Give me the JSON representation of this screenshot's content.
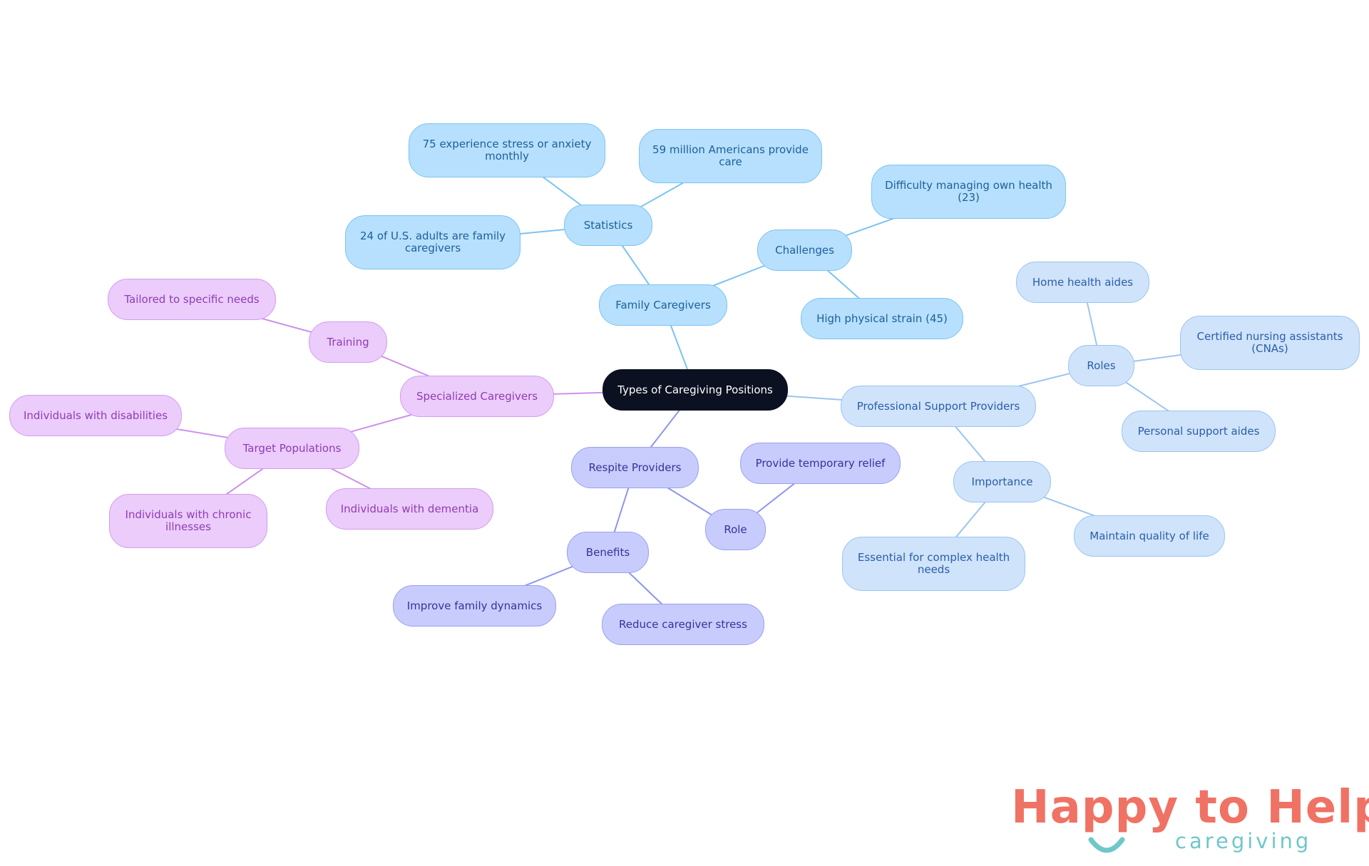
{
  "diagram": {
    "title": "Types of Caregiving Positions",
    "branches": {
      "family": {
        "label": "Family Caregivers",
        "statistics": {
          "label": "Statistics",
          "items": [
            "75 experience stress or anxiety monthly",
            "59 million Americans provide care",
            "24 of U.S. adults are family caregivers"
          ]
        },
        "challenges": {
          "label": "Challenges",
          "items": [
            "Difficulty managing own health (23)",
            "High physical strain (45)"
          ]
        }
      },
      "professional": {
        "label": "Professional Support Providers",
        "roles": {
          "label": "Roles",
          "items": [
            "Home health aides",
            "Certified nursing assistants (CNAs)",
            "Personal support aides"
          ]
        },
        "importance": {
          "label": "Importance",
          "items": [
            "Essential for complex health needs",
            "Maintain quality of life"
          ]
        }
      },
      "respite": {
        "label": "Respite Providers",
        "role": {
          "label": "Role",
          "items": [
            "Provide temporary relief"
          ]
        },
        "benefits": {
          "label": "Benefits",
          "items": [
            "Improve family dynamics",
            "Reduce caregiver stress"
          ]
        }
      },
      "specialized": {
        "label": "Specialized Caregivers",
        "training": {
          "label": "Training",
          "items": [
            "Tailored to specific needs"
          ]
        },
        "populations": {
          "label": "Target Populations",
          "items": [
            "Individuals with disabilities",
            "Individuals with chronic illnesses",
            "Individuals with dementia"
          ]
        }
      }
    }
  },
  "logo": {
    "main": "Happy to Help",
    "sub": "caregiving"
  },
  "colors": {
    "root": "#0b1120",
    "family_line": "#7cc3f2",
    "professional_line": "#9cc4ef",
    "respite_line": "#8e95ee",
    "specialized_line": "#cf90ec",
    "logo_coral": "#ef7264",
    "logo_teal": "#6fc7c9"
  }
}
